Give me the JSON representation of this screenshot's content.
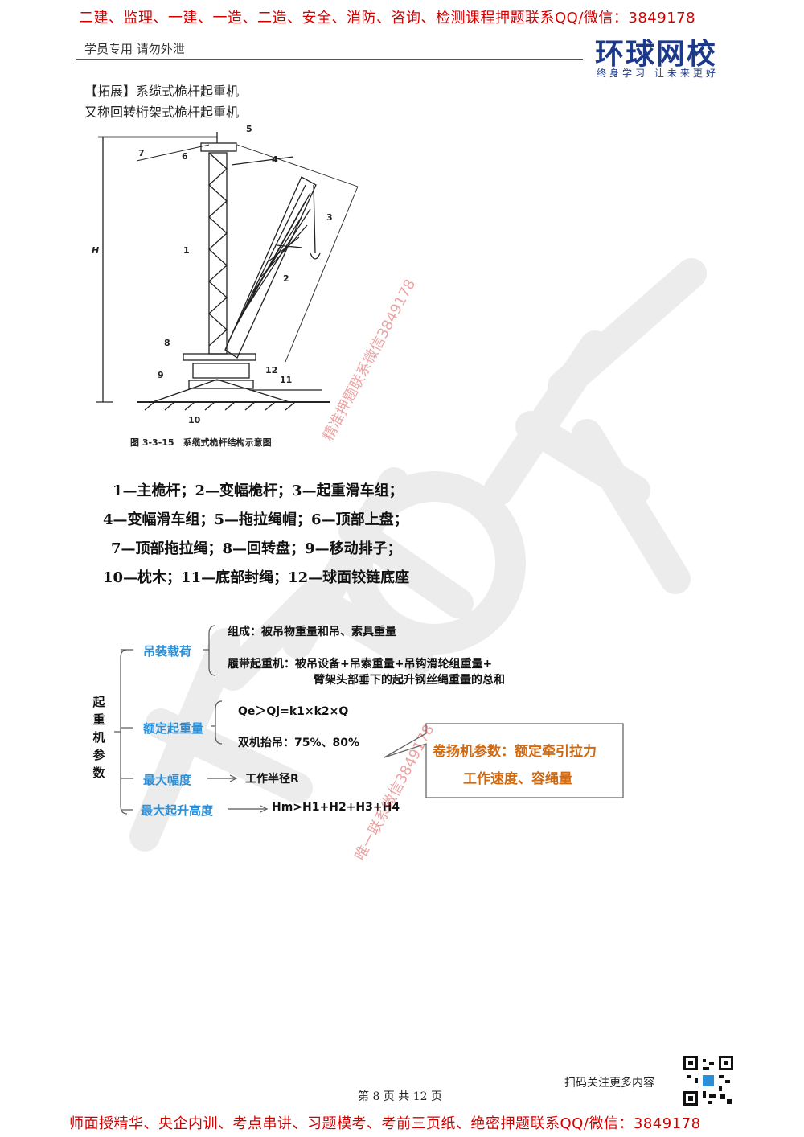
{
  "top_banner": "二建、监理、一建、一造、二造、安全、消防、咨询、检测课程押题联系QQ/微信：3849178",
  "header": {
    "notice": "学员专用 请勿外泄",
    "logo_main": "环球网校",
    "logo_sub": "终身学习 让未来更好"
  },
  "heading": {
    "line1": "【拓展】系缆式桅杆起重机",
    "line2": "又称回转桁架式桅杆起重机"
  },
  "figure": {
    "caption": "图 3-3-15　系缆式桅杆结构示意图",
    "labels": [
      "1",
      "2",
      "3",
      "4",
      "5",
      "6",
      "7",
      "8",
      "9",
      "10",
      "11",
      "12",
      "H"
    ]
  },
  "legend": [
    "1—主桅杆；2—变幅桅杆；3—起重滑车组；",
    "4—变幅滑车组；5—拖拉绳帽；6—顶部上盘；",
    "7—顶部拖拉绳；8—回转盘；9—移动排子；",
    "10—枕木；11—底部封绳；12—球面铰链底座"
  ],
  "mindmap": {
    "root": "起重机参数",
    "lifting_load": {
      "label": "吊装载荷",
      "composition": "组成：被吊物重量和吊、索具重量",
      "crawler_line1": "履带起重机：被吊设备+吊索重量+吊钩滑轮组重量+",
      "crawler_line2": "臂架头部垂下的起升钢丝绳重量的总和"
    },
    "rated": {
      "label": "额定起重量",
      "formula": "Qe＞Qj=k1×k2×Q",
      "dual": "双机抬吊：75%、80%"
    },
    "max_range": {
      "label": "最大幅度",
      "value": "工作半径R"
    },
    "max_height": {
      "label": "最大起升高度",
      "formula": "Hm>H1+H2+H3+H4"
    },
    "callout": {
      "line1": "卷扬机参数：额定牵引拉力",
      "line2": "工作速度、容绳量"
    }
  },
  "watermarks": [
    "精准押题联系微信3849178",
    "唯一联系微信3849178"
  ],
  "footer": {
    "scan": "扫码关注更多内容",
    "page": "第 8 页 共 12 页",
    "banner": "师面授精华、央企内训、考点串讲、习题模考、考前三页纸、绝密押题联系QQ/微信：3849178"
  },
  "colors": {
    "red": "#d40000",
    "blue": "#2a8fd8",
    "orange": "#d06a12",
    "logo": "#1d3a8a"
  }
}
